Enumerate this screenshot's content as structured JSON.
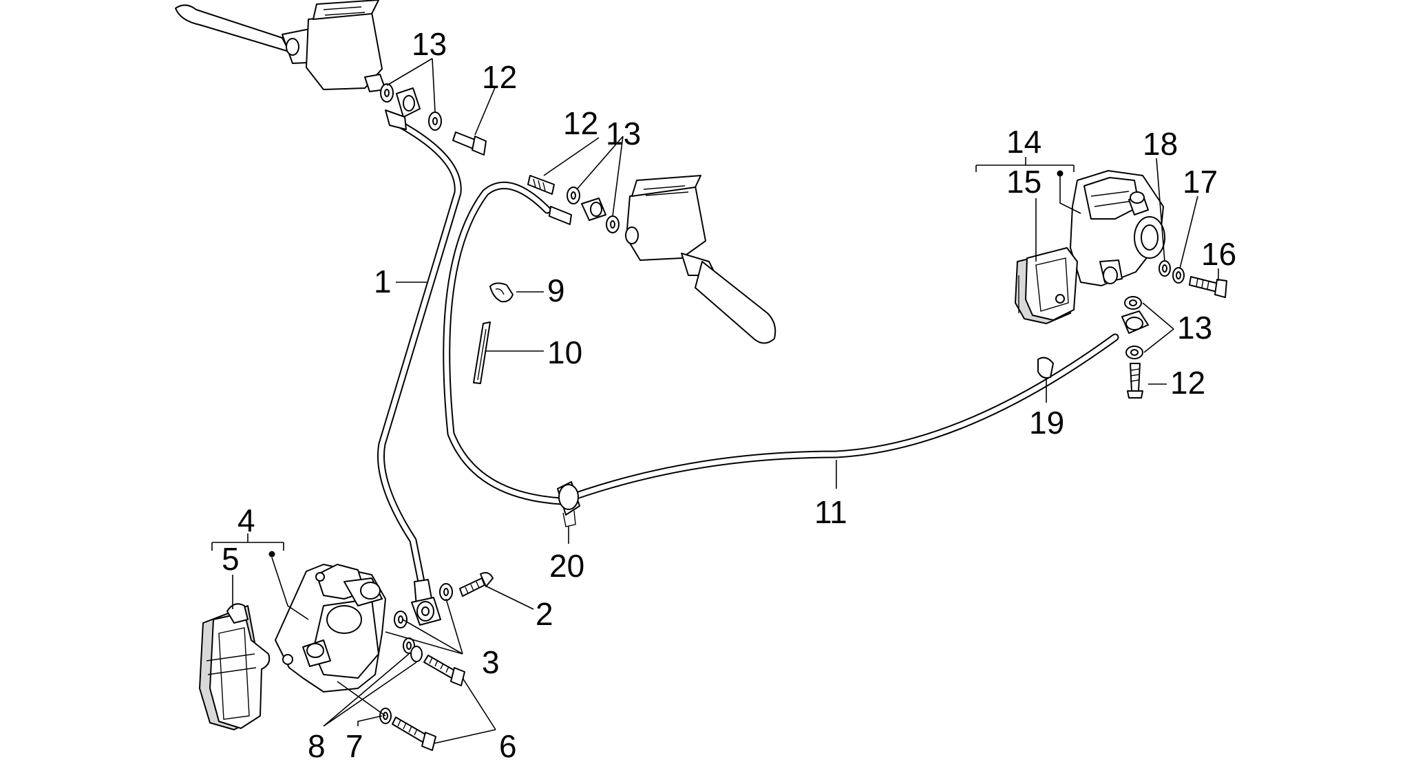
{
  "diagram": {
    "labels": {
      "l1": "1",
      "l2": "2",
      "l3": "3",
      "l4": "4",
      "l5": "5",
      "l6": "6",
      "l7": "7",
      "l8": "8",
      "l9": "9",
      "l10": "10",
      "l11": "11",
      "l12a": "12",
      "l12b": "12",
      "l12c": "12",
      "l13a": "13",
      "l13b": "13",
      "l13c": "13",
      "l14": "14",
      "l15": "15",
      "l16": "16",
      "l17": "17",
      "l18": "18",
      "l19": "19",
      "l20": "20"
    }
  }
}
